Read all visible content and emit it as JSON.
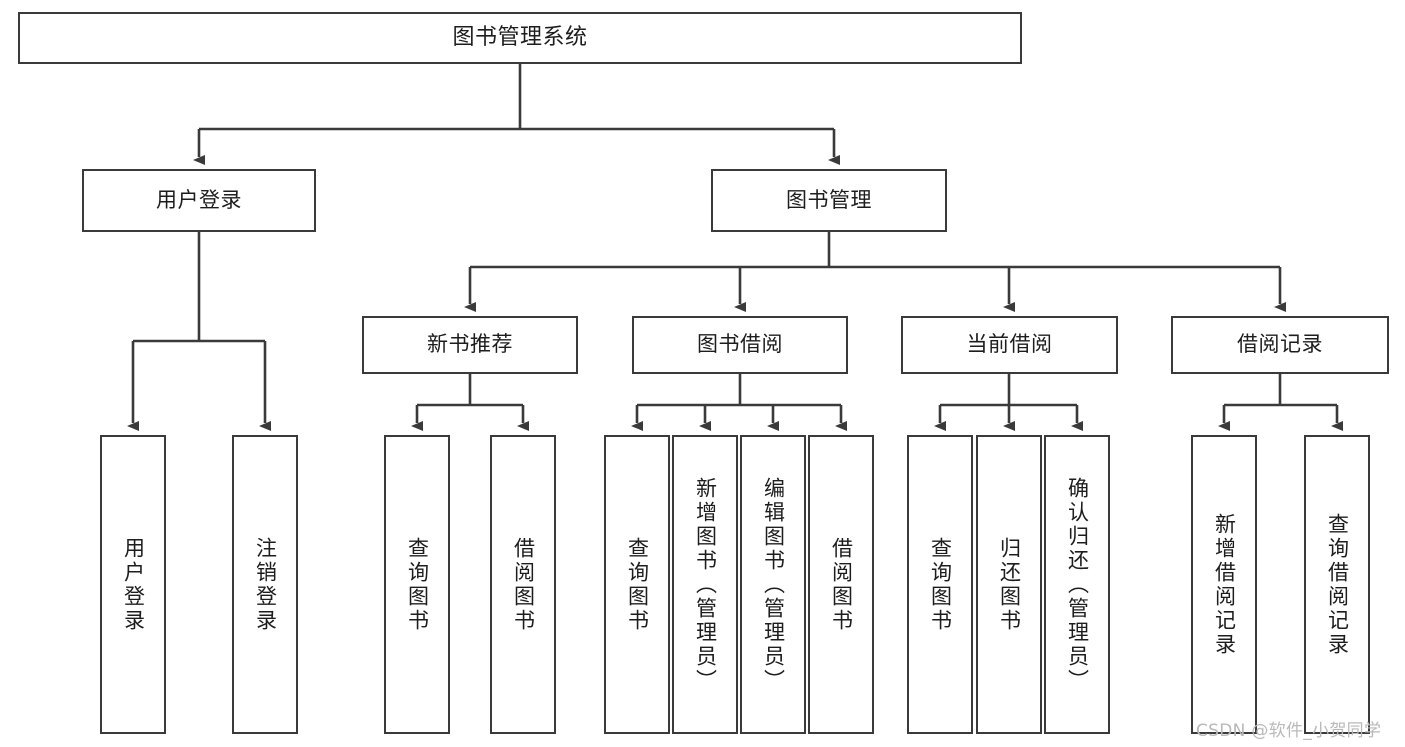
{
  "diagram": {
    "title": "图书管理系统",
    "type": "tree-hierarchy-chart",
    "watermark": "CSDN @软件_小贺同学",
    "colors": {
      "background": "#ffffff",
      "node_border": "#3a3a3a",
      "node_fill": "#ffffff",
      "text": "#1d1d1d",
      "connector": "#3a3a3a",
      "watermark": "#b9b9b9"
    },
    "nodes": {
      "root": {
        "label": "图书管理系统"
      },
      "level1": [
        {
          "label": "用户登录"
        },
        {
          "label": "图书管理"
        }
      ],
      "level2": [
        {
          "label": "新书推荐"
        },
        {
          "label": "图书借阅"
        },
        {
          "label": "当前借阅"
        },
        {
          "label": "借阅记录"
        }
      ],
      "leaves": [
        {
          "label": "用户登录",
          "parent": "用户登录"
        },
        {
          "label": "注销登录",
          "parent": "用户登录"
        },
        {
          "label": "查询图书",
          "parent": "新书推荐"
        },
        {
          "label": "借阅图书",
          "parent": "新书推荐"
        },
        {
          "label": "查询图书",
          "parent": "图书借阅"
        },
        {
          "label": "新增图书（管理员）",
          "parent": "图书借阅"
        },
        {
          "label": "编辑图书（管理员）",
          "parent": "图书借阅"
        },
        {
          "label": "借阅图书",
          "parent": "图书借阅"
        },
        {
          "label": "查询图书",
          "parent": "当前借阅"
        },
        {
          "label": "归还图书",
          "parent": "当前借阅"
        },
        {
          "label": "确认归还（管理员）",
          "parent": "当前借阅"
        },
        {
          "label": "新增借阅记录",
          "parent": "借阅记录"
        },
        {
          "label": "查询借阅记录",
          "parent": "借阅记录"
        }
      ]
    }
  }
}
